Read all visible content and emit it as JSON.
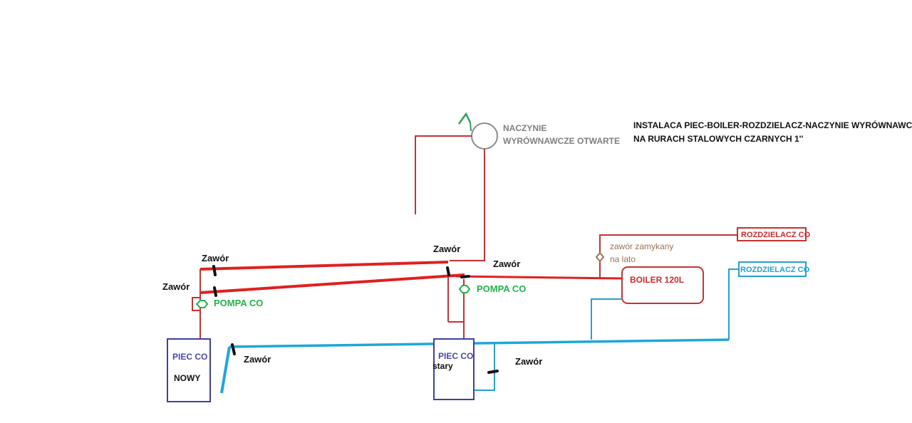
{
  "diagram": {
    "title_line1": "INSTALACA PIEC-BOILER-ROZDZIELACZ-NACZYNIE WYRÓWNAWCZE",
    "title_line2": "NA RURACH STALOWYCH CZARNYCH 1''",
    "expansion_vessel": {
      "line1": "NACZYNIE",
      "line2": "WYRÓWNAWCZE OTWARTE"
    },
    "valve_label": "Zawór",
    "pump_left": "POMPA CO",
    "pump_right": "POMPA CO",
    "boiler": "BOILER 120L",
    "manifold_red": "ROZDZIELACZ CO",
    "manifold_blue": "ROZDZIELACZ CO",
    "summer_valve": {
      "line1": "zawór zamykany",
      "line2": "na lato"
    },
    "furnace_new": {
      "line1": "PIEC CO",
      "line2": "NOWY"
    },
    "furnace_old": {
      "line1": "PIEC CO",
      "line2": "stary"
    },
    "colors": {
      "supply": "#e02020",
      "supply_thin": "#c83232",
      "return": "#1ea7d8",
      "return_thin": "#28a0c8",
      "furnace_border": "#3f3fa0",
      "vessel_outline": "#8c8c8c",
      "vent_pipe": "#2ca05a",
      "pump": "#22b14c",
      "valve_mark": "#111111"
    }
  }
}
